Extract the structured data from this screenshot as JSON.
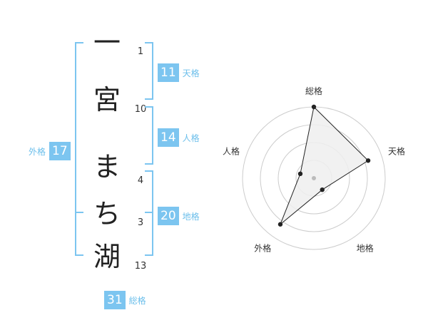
{
  "name_chars": [
    "一",
    "宮",
    "ま",
    "ち",
    "湖"
  ],
  "strokes": [
    "1",
    "10",
    "4",
    "3",
    "13"
  ],
  "fortune": {
    "ten": {
      "value": "11",
      "label": "天格"
    },
    "jin": {
      "value": "14",
      "label": "人格"
    },
    "chi": {
      "value": "20",
      "label": "地格"
    },
    "gai": {
      "value": "17",
      "label": "外格"
    },
    "sou": {
      "value": "31",
      "label": "総格"
    }
  },
  "chart_data": {
    "type": "radar",
    "axes": [
      "総格",
      "天格",
      "地格",
      "外格",
      "人格"
    ],
    "values": [
      5,
      4,
      1,
      4,
      1
    ],
    "range": [
      0,
      5
    ],
    "grid_rings": 4,
    "colors": {
      "fill": "#eeeeee",
      "line": "#222222",
      "grid": "#cccccc",
      "center": "#bbbbbb"
    }
  },
  "colors": {
    "accent": "#7cc5f0",
    "bracket": "#7cc5f0"
  }
}
